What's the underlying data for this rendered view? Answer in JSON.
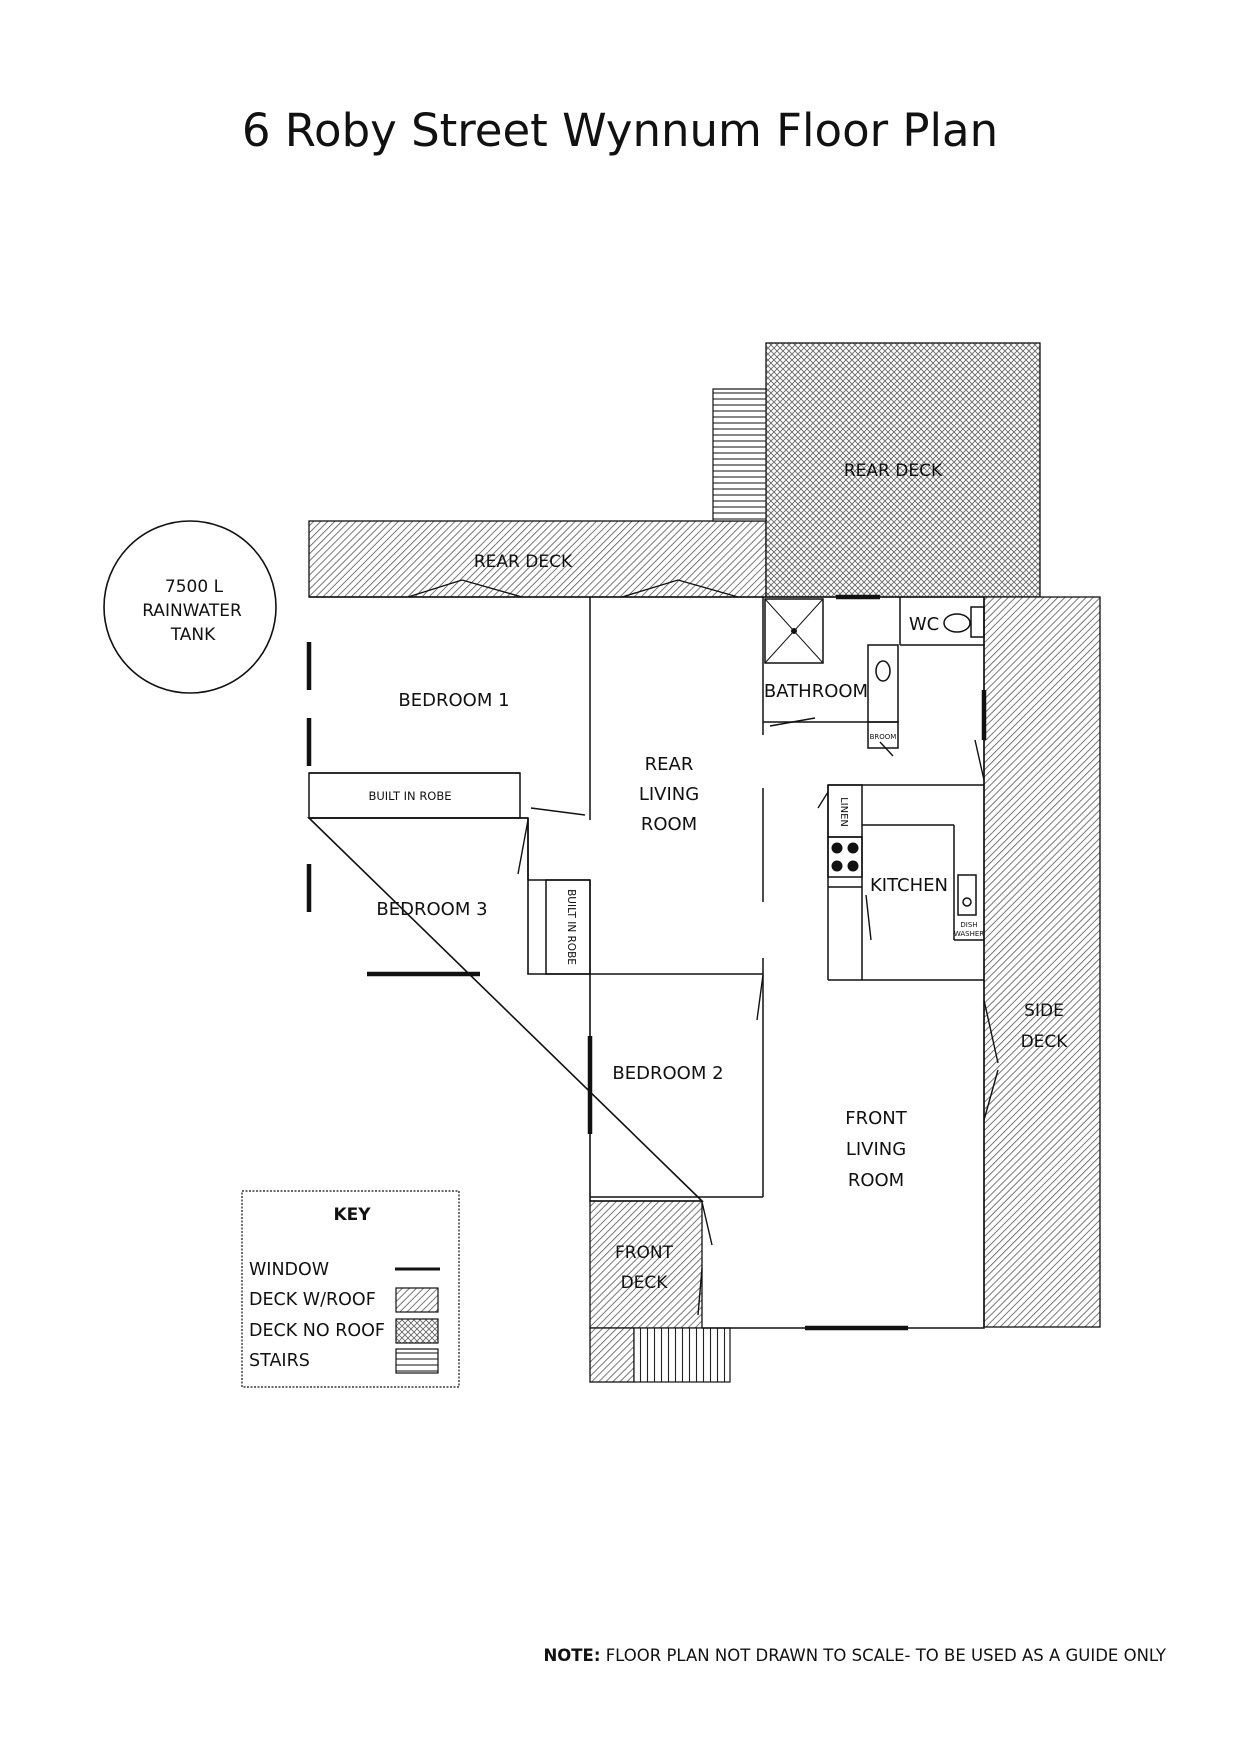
{
  "title": "6 Roby Street Wynnum Floor Plan",
  "tank": {
    "line1": "7500 L",
    "line2": "RAINWATER",
    "line3": "TANK"
  },
  "rooms": {
    "rear_deck_left": "REAR DECK",
    "rear_deck_right": "REAR DECK",
    "bedroom_1": "BEDROOM 1",
    "bedroom_2": "BEDROOM 2",
    "bedroom_3": "BEDROOM 3",
    "built_in_robe_1": "BUILT IN ROBE",
    "built_in_robe_3": "BUILT IN ROBE",
    "rear_living": [
      "REAR",
      "LIVING",
      "ROOM"
    ],
    "front_living": [
      "FRONT",
      "LIVING",
      "ROOM"
    ],
    "bathroom": "BATHROOM",
    "wc": "WC",
    "broom": "BROOM",
    "linen": "LINEN",
    "kitchen": "KITCHEN",
    "dishwasher": [
      "DISH",
      "WASHER"
    ],
    "side_deck": [
      "SIDE",
      "DECK"
    ],
    "front_deck": [
      "FRONT",
      "DECK"
    ]
  },
  "key": {
    "title": "KEY",
    "items": [
      {
        "label": "WINDOW",
        "symbol": "window"
      },
      {
        "label": "DECK W/ROOF",
        "symbol": "deck-roof"
      },
      {
        "label": "DECK NO ROOF",
        "symbol": "deck-no-roof"
      },
      {
        "label": "STAIRS",
        "symbol": "stairs"
      }
    ]
  },
  "note": {
    "label": "NOTE:",
    "text": "FLOOR PLAN NOT DRAWN TO SCALE- TO BE USED AS A GUIDE ONLY"
  }
}
